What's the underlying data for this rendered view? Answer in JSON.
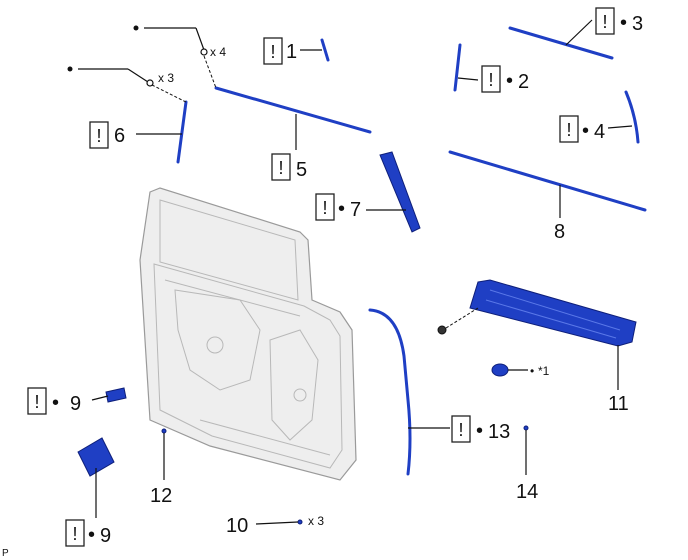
{
  "diagram": {
    "corner_mark": "P",
    "quantities": {
      "x4": "x 4",
      "x3a": "x 3",
      "x3b": "x 3"
    },
    "bullet": "•",
    "caution_glyph": "!",
    "callouts": [
      {
        "id": "1",
        "text": "1",
        "has_caution": true,
        "has_bullet": false
      },
      {
        "id": "2",
        "text": "2",
        "has_caution": true,
        "has_bullet": true
      },
      {
        "id": "3",
        "text": "3",
        "has_caution": true,
        "has_bullet": true
      },
      {
        "id": "4",
        "text": "4",
        "has_caution": true,
        "has_bullet": true
      },
      {
        "id": "5",
        "text": "5",
        "has_caution": true,
        "has_bullet": false
      },
      {
        "id": "6",
        "text": "6",
        "has_caution": true,
        "has_bullet": false
      },
      {
        "id": "7",
        "text": "7",
        "has_caution": true,
        "has_bullet": true
      },
      {
        "id": "8",
        "text": "8",
        "has_caution": false,
        "has_bullet": false
      },
      {
        "id": "9a",
        "text": "9",
        "has_caution": true,
        "has_bullet": true
      },
      {
        "id": "9b",
        "text": "9",
        "has_caution": true,
        "has_bullet": true
      },
      {
        "id": "10",
        "text": "10",
        "has_caution": false,
        "has_bullet": false
      },
      {
        "id": "11",
        "text": "11",
        "has_caution": false,
        "has_bullet": false
      },
      {
        "id": "12",
        "text": "12",
        "has_caution": false,
        "has_bullet": false
      },
      {
        "id": "13",
        "text": "13",
        "has_caution": true,
        "has_bullet": true
      },
      {
        "id": "14",
        "text": "14",
        "has_caution": false,
        "has_bullet": false
      }
    ],
    "note_ref": "*1"
  }
}
